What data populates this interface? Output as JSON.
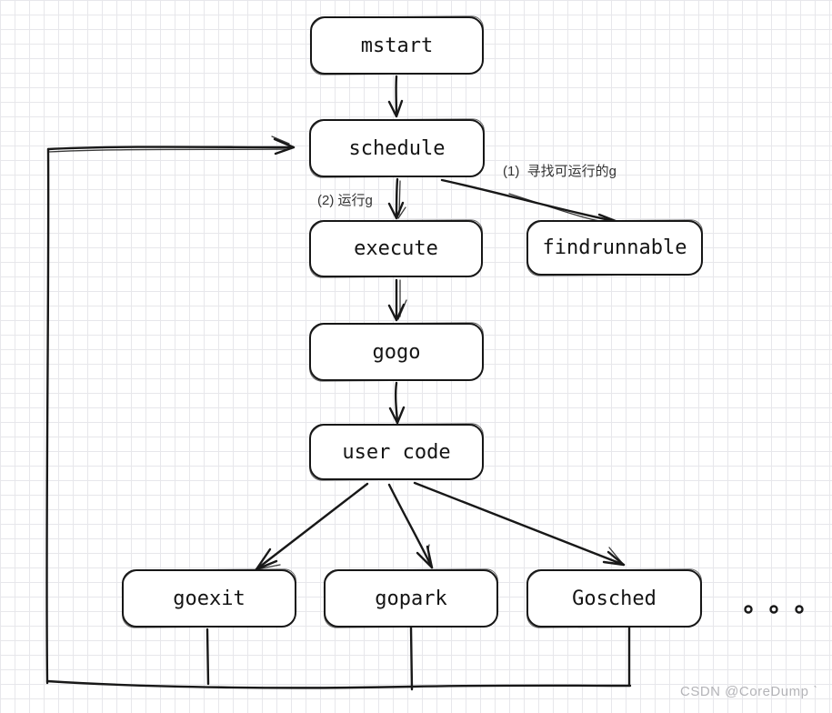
{
  "diagram": {
    "title_semantic": "Go scheduler flowchart",
    "nodes": [
      {
        "id": "mstart",
        "label": "mstart"
      },
      {
        "id": "schedule",
        "label": "schedule"
      },
      {
        "id": "execute",
        "label": "execute"
      },
      {
        "id": "findrunnable",
        "label": "findrunnable"
      },
      {
        "id": "gogo",
        "label": "gogo"
      },
      {
        "id": "user_code",
        "label": "user code"
      },
      {
        "id": "goexit",
        "label": "goexit"
      },
      {
        "id": "gopark",
        "label": "gopark"
      },
      {
        "id": "gosched",
        "label": "Gosched"
      }
    ],
    "edges": [
      {
        "from": "mstart",
        "to": "schedule",
        "label": ""
      },
      {
        "from": "schedule",
        "to": "findrunnable",
        "label": "(1)  寻找可运行的g"
      },
      {
        "from": "schedule",
        "to": "execute",
        "label": "(2) 运行g"
      },
      {
        "from": "execute",
        "to": "gogo",
        "label": ""
      },
      {
        "from": "gogo",
        "to": "user_code",
        "label": ""
      },
      {
        "from": "user_code",
        "to": "goexit",
        "label": ""
      },
      {
        "from": "user_code",
        "to": "gopark",
        "label": ""
      },
      {
        "from": "user_code",
        "to": "gosched",
        "label": ""
      },
      {
        "from": "goexit",
        "to": "schedule",
        "label": ""
      },
      {
        "from": "gopark",
        "to": "schedule",
        "label": ""
      },
      {
        "from": "gosched",
        "to": "schedule",
        "label": ""
      }
    ],
    "ellipsis_dots": 3,
    "watermark": "CSDN @CoreDump ˋ",
    "colors": {
      "stroke": "#181818",
      "grid": "#e7e7eb",
      "annotation": "#333333",
      "watermark": "#b4b4b8",
      "background": "#ffffff"
    }
  }
}
